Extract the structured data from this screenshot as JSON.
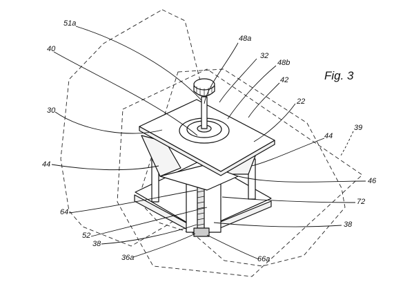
{
  "figure": {
    "title": "Fig. 3",
    "labels": {
      "l51a": "51a",
      "l40": "40",
      "l48a": "48a",
      "l32": "32",
      "l48b": "48b",
      "l42": "42",
      "l22": "22",
      "l30": "30",
      "l39": "39",
      "l44_left": "44",
      "l44_right": "44",
      "l46": "46",
      "l64": "64",
      "l72": "72",
      "l52": "52",
      "l38_right": "38",
      "l38_left": "38",
      "l36a": "36a",
      "l66a": "66a"
    }
  }
}
